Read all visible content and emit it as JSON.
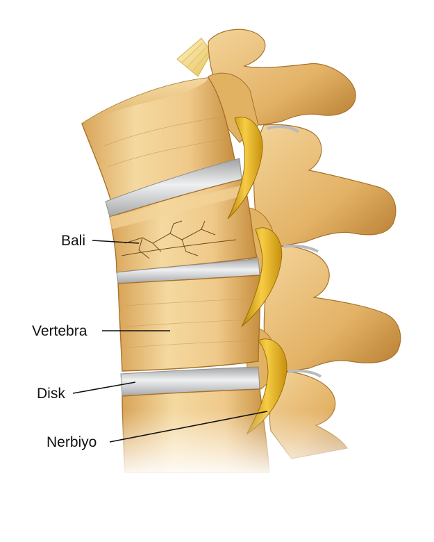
{
  "labels": {
    "fracture": "Bali",
    "vertebra": "Vertebra",
    "disc": "Disk",
    "nerve": "Nerbiyo"
  },
  "colors": {
    "bone_light": "#F3D59A",
    "bone_mid": "#E6B768",
    "bone_dark": "#C48A3A",
    "bone_shadow": "#9E6A28",
    "disc_gray": "#C9CACB",
    "disc_light": "#ECEDEE",
    "nerve_yellow": "#E9B51F",
    "nerve_dark": "#B98408",
    "leader_line": "#111111"
  }
}
